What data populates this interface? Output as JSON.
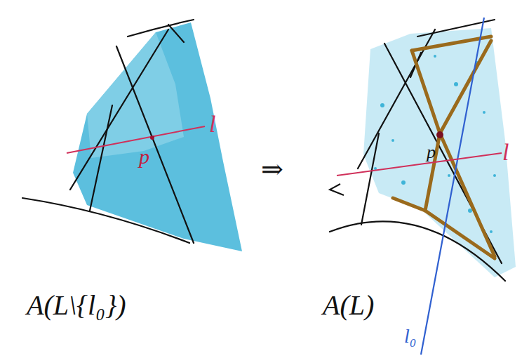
{
  "diagram": {
    "labels": [
      "l",
      "p",
      "⇒",
      "l",
      "p",
      "l₀",
      "A(L\\{l₀})",
      "A(L)"
    ]
  }
}
